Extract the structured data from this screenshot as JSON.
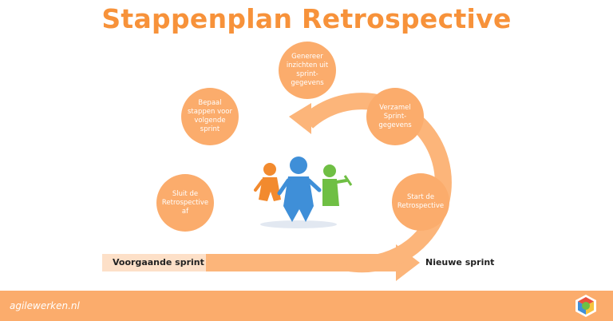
{
  "title": "Stappenplan Retrospective",
  "steps": [
    "Genereer inzichten uit sprint-gegevens",
    "Verzamel Sprint-gegevens",
    "Start de Retrospective",
    "Sluit de Retrospective af",
    "Bepaal stappen voor volgende sprint"
  ],
  "timeline": {
    "previous": "Voorgaande sprint",
    "next": "Nieuwe sprint"
  },
  "footer": {
    "site": "agilewerken.nl"
  },
  "colors": {
    "orange": "#f7923a",
    "light_orange": "#fbac6c",
    "arrow": "#fcb57a"
  },
  "icons": [
    "team-figures-icon",
    "agile-werken-logo"
  ]
}
